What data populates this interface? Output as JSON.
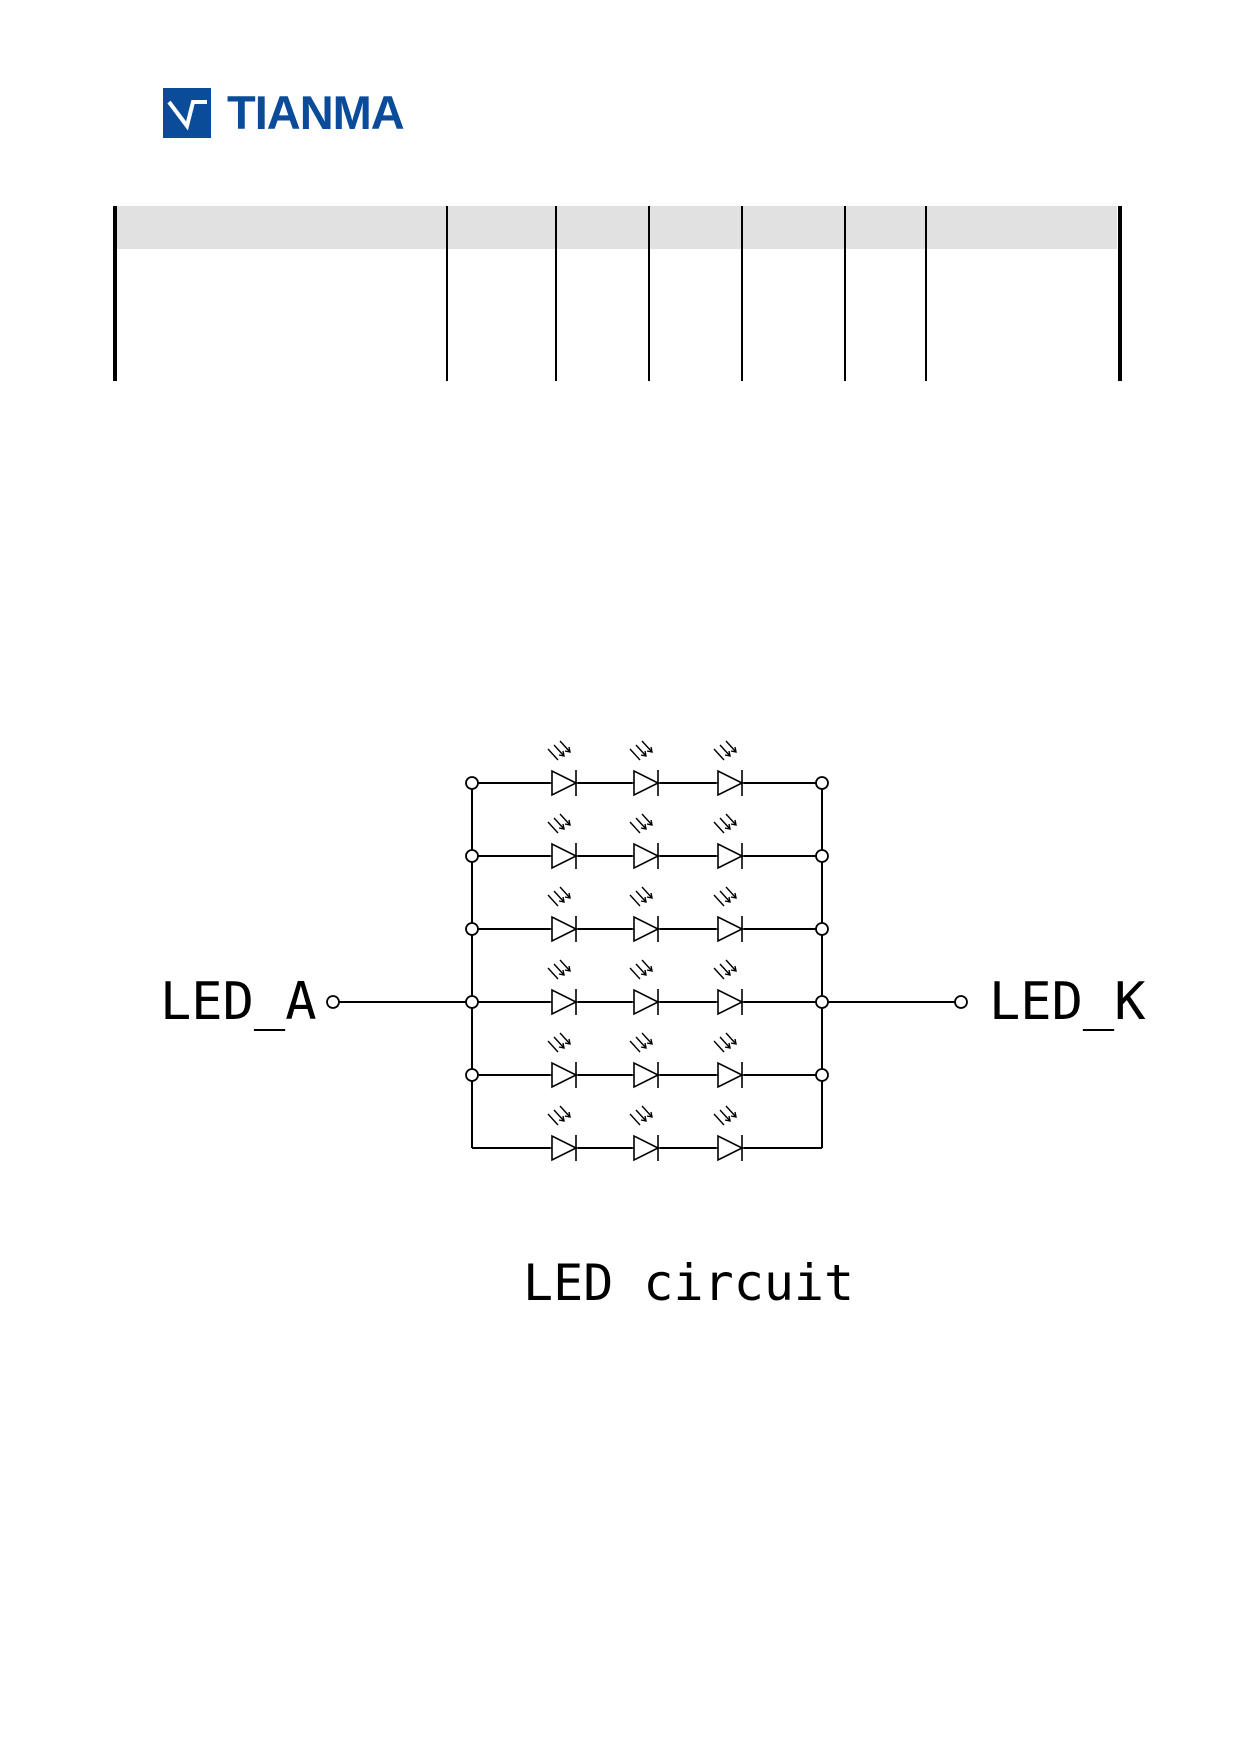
{
  "brand": {
    "name": "TIANMA",
    "color": "#0a4c9a",
    "icon": "tianma-v-logo-icon"
  },
  "spec_table": {
    "columns": 7,
    "header_fill": "#e1e1e1",
    "cells": [
      "",
      "",
      "",
      "",
      "",
      "",
      ""
    ]
  },
  "diagram": {
    "title": "LED circuit",
    "anode_label": "LED_A",
    "cathode_label": "LED_K",
    "led_strings": 6,
    "leds_per_string": 3,
    "led_symbol": "led-diode-icon"
  }
}
